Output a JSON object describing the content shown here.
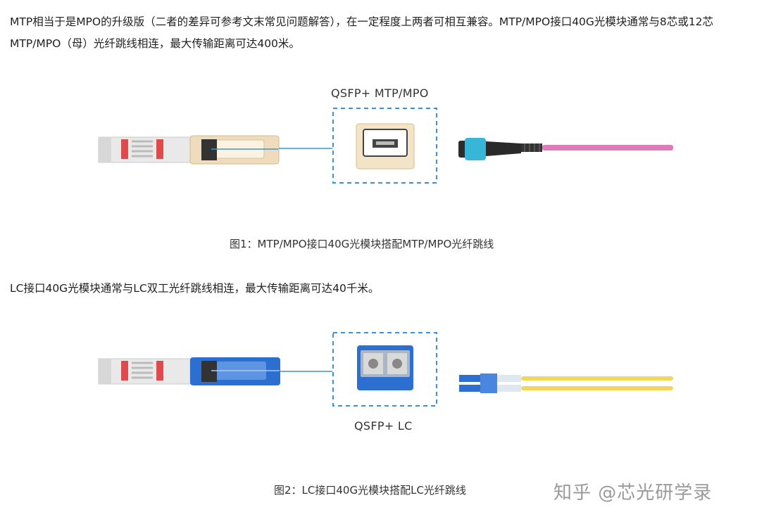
{
  "text": {
    "paragraph1": "MTP相当于是MPO的升级版（二者的差异可参考文末常见问题解答），在一定程度上两者可相互兼容。MTP/MPO接口40G光模块通常与8芯或12芯MTP/MPO（母）光纤跳线相连，最大传输距离可达400米。",
    "paragraph2": "LC接口40G光模块通常与LC双工光纤跳线相连，最大传输距离可达40千米。"
  },
  "figure1": {
    "port_label": "QSFP+ MTP/MPO",
    "caption": "图1：MTP/MPO接口40G光模块搭配MTP/MPO光纤跳线",
    "cable_color": "#e07ab9",
    "connector_color": "#38b6d8"
  },
  "figure2": {
    "port_label": "QSFP+ LC",
    "caption": "图2：LC接口40G光模块搭配LC光纤跳线",
    "cable_color": "#f4d65a",
    "connector_color": "#2c6fd1"
  },
  "watermark": "知乎 @芯光研学录",
  "colors": {
    "accent_line": "#3a93d6",
    "dashed_box": "#3a93d6",
    "module_tag": "#e04a4a"
  }
}
